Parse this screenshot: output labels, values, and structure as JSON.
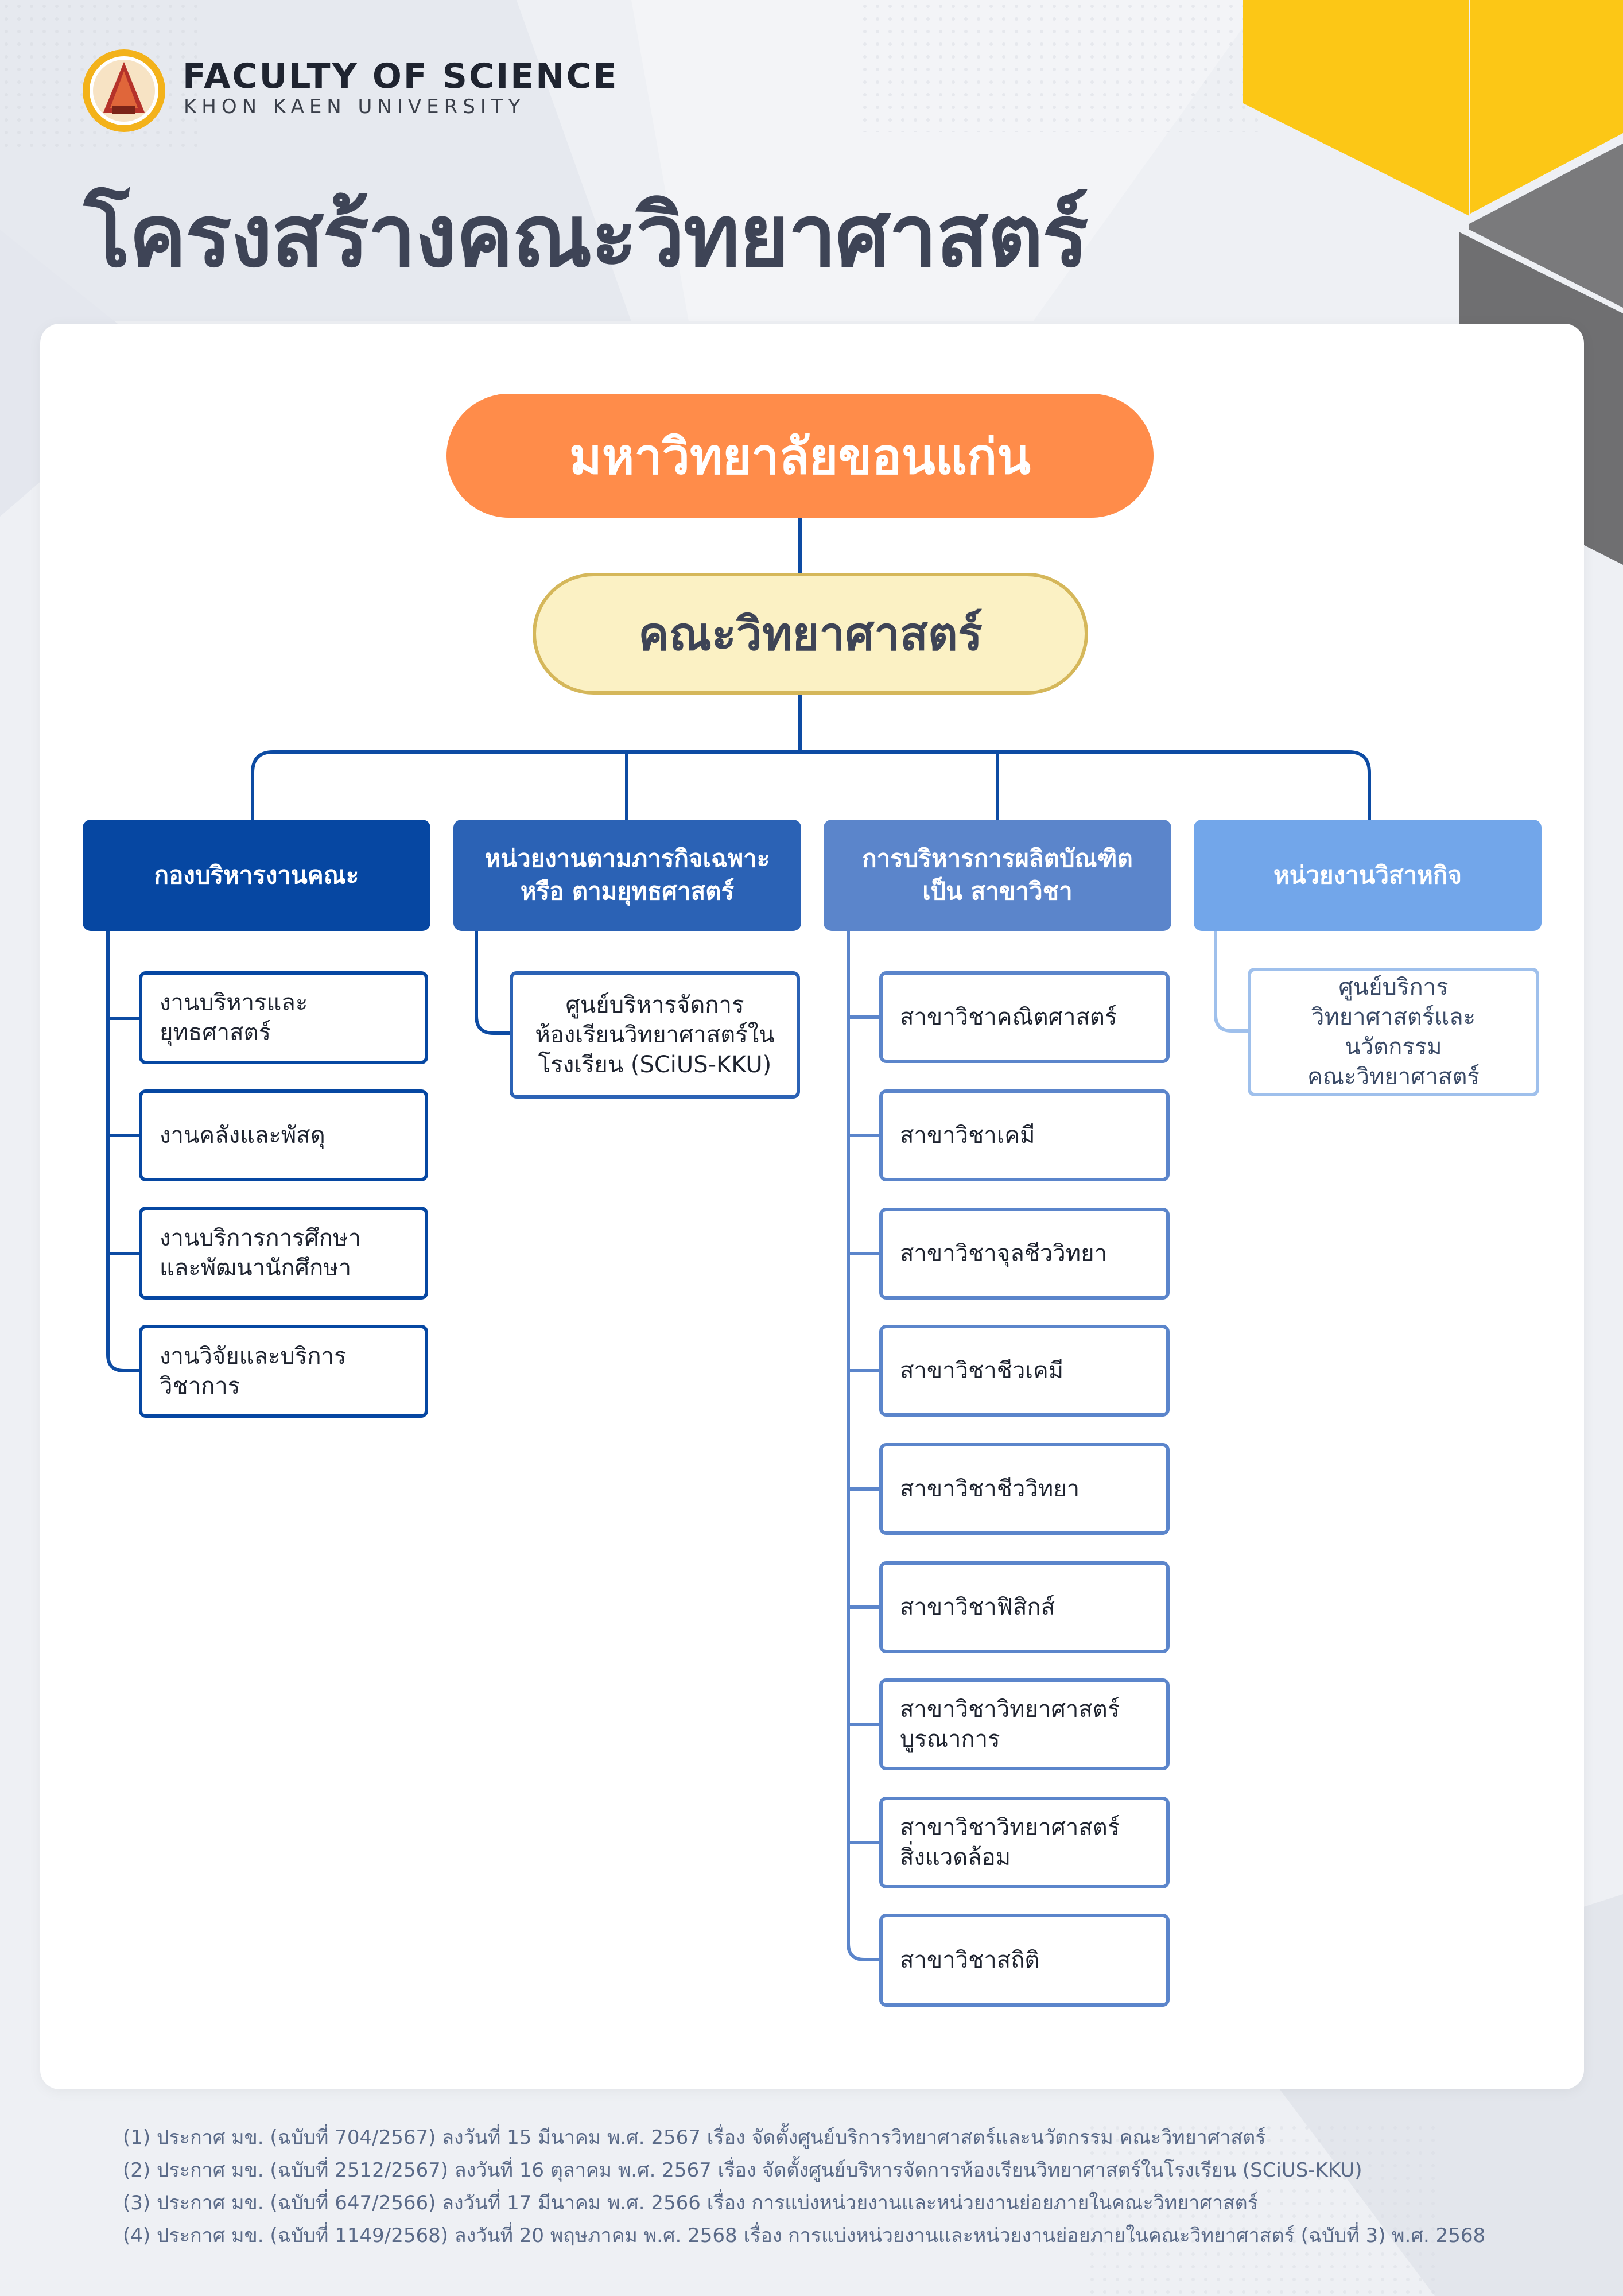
{
  "colors": {
    "accent_yellow": "#fcc716",
    "accent_gray": "#6f6f71",
    "orange": "#ff8c4a",
    "cream": "#fbf1c4",
    "cream_border": "#d5b75a",
    "connector": "#0d4ba3",
    "division_1": "#0647a2",
    "division_2": "#2b62b5",
    "division_3": "#5b85cb",
    "division_4": "#72a6ea"
  },
  "header": {
    "logo_icon": "faculty-seal",
    "brand_name": "FACULTY OF SCIENCE",
    "brand_sub": "KHON KAEN UNIVERSITY",
    "title": "โครงสร้างคณะวิทยาศาสตร์"
  },
  "org": {
    "university": "มหาวิทยาลัยขอนแก่น",
    "faculty": "คณะวิทยาศาสตร์",
    "divisions": [
      {
        "label": "กองบริหารงานคณะ",
        "units": [
          "งานบริหารและยุทธศาสตร์",
          "งานคลังและพัสดุ",
          "งานบริการการศึกษา\nและพัฒนานักศึกษา",
          "งานวิจัยและบริการ\nวิชาการ"
        ]
      },
      {
        "label": "หน่วยงานตามภารกิจเฉพาะ\nหรือ ตามยุทธศาสตร์",
        "units": [
          "ศูนย์บริหารจัดการ\nห้องเรียนวิทยาศาสตร์ใน\nโรงเรียน (SCiUS-KKU)"
        ]
      },
      {
        "label": "การบริหารการผลิตบัณฑิต\nเป็น สาขาวิชา",
        "units": [
          "สาขาวิชาคณิตศาสตร์",
          "สาขาวิชาเคมี",
          "สาขาวิชาจุลชีววิทยา",
          "สาขาวิชาชีวเคมี",
          "สาขาวิชาชีววิทยา",
          "สาขาวิชาฟิสิกส์",
          "สาขาวิชาวิทยาศาสตร์\nบูรณาการ",
          "สาขาวิชาวิทยาศาสตร์\nสิ่งแวดล้อม",
          "สาขาวิชาสถิติ"
        ]
      },
      {
        "label": "หน่วยงานวิสาหกิจ",
        "units": [
          "ศูนย์บริการ\nวิทยาศาสตร์และนวัตกรรม\nคณะวิทยาศาสตร์"
        ]
      }
    ]
  },
  "footnotes": [
    "(1)  ประกาศ มข. (ฉบับที่ 704/2567) ลงวันที่ 15 มีนาคม พ.ศ. 2567 เรื่อง จัดตั้งศูนย์บริการวิทยาศาสตร์และนวัตกรรม คณะวิทยาศาสตร์",
    "(2)  ประกาศ มข. (ฉบับที่ 2512/2567) ลงวันที่ 16 ตุลาคม พ.ศ. 2567 เรื่อง จัดตั้งศูนย์บริหารจัดการห้องเรียนวิทยาศาสตร์ในโรงเรียน (SCiUS-KKU)",
    "(3)  ประกาศ มข. (ฉบับที่ 647/2566) ลงวันที่ 17 มีนาคม พ.ศ. 2566 เรื่อง การแบ่งหน่วยงานและหน่วยงานย่อยภายในคณะวิทยาศาสตร์",
    "(4)  ประกาศ มข. (ฉบับที่ 1149/2568) ลงวันที่ 20 พฤษภาคม พ.ศ. 2568 เรื่อง การแบ่งหน่วยงานและหน่วยงานย่อยภายในคณะวิทยาศาสตร์ (ฉบับที่ 3) พ.ศ. 2568"
  ]
}
